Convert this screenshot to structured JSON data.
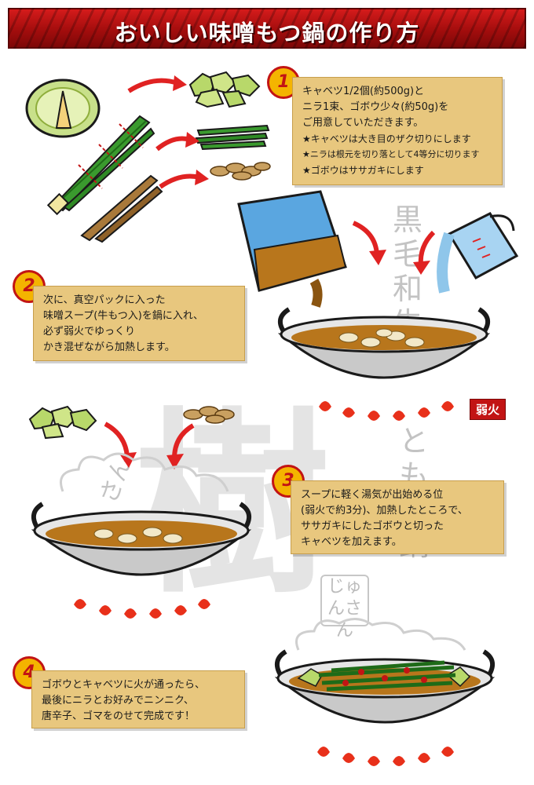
{
  "title": "おいしい味噌もつ鍋の作り方",
  "steps": [
    {
      "number": "1",
      "lines": [
        "キャベツ1/2個(約500g)と",
        "ニラ1束、ゴボウ少々(約50g)を",
        "ご用意していただきます。",
        "★キャベツは大き目のザク切りにします",
        "★ニラは根元を切り落として4等分に切ります",
        "★ゴボウはササガキにします"
      ]
    },
    {
      "number": "2",
      "lines": [
        "次に、真空パックに入った",
        "味噌スープ(牛もつ入)を鍋に入れ、",
        "必ず弱火でゆっくり",
        "かき混ぜながら加熱します。"
      ]
    },
    {
      "number": "3",
      "lines": [
        "スープに軽く湯気が出始める位",
        "(弱火で約3分)、加熱したところで、",
        "ササガキにしたゴボウと切った",
        "キャベツを加えます。"
      ]
    },
    {
      "number": "4",
      "lines": [
        "ゴボウとキャベツに火が通ったら、",
        "最後にニラとお好みでニンニク、",
        "唐辛子、ゴマをのせて完成です！"
      ]
    }
  ],
  "heat_label": "弱火",
  "background_text": {
    "vertical_1": [
      "黒",
      "毛",
      "和",
      "牛"
    ],
    "vertical_2": [
      "と",
      "も",
      "つ",
      "鍋"
    ],
    "san": "さん",
    "seal": "じゅんさん",
    "brush": "樹"
  },
  "colors": {
    "banner": "#a30d0d",
    "box": "#e8c77e",
    "accent_red": "#c21414",
    "flame": "#e8301a",
    "soup": "#b8761c"
  }
}
